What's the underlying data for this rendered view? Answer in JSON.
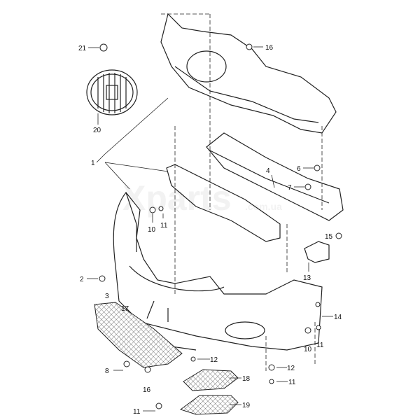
{
  "watermark": {
    "brand": "Xparts",
    "domain": ".com.ua"
  },
  "callouts": [
    {
      "id": "c21",
      "text": "21"
    },
    {
      "id": "c16a",
      "text": "16"
    },
    {
      "id": "c20",
      "text": "20"
    },
    {
      "id": "c1",
      "text": "1"
    },
    {
      "id": "c4",
      "text": "4"
    },
    {
      "id": "c6",
      "text": "6"
    },
    {
      "id": "c7",
      "text": "7"
    },
    {
      "id": "c10a",
      "text": "10"
    },
    {
      "id": "c11a",
      "text": "11"
    },
    {
      "id": "c15",
      "text": "15"
    },
    {
      "id": "c2",
      "text": "2"
    },
    {
      "id": "c3",
      "text": "3"
    },
    {
      "id": "c13",
      "text": "13"
    },
    {
      "id": "c17",
      "text": "17"
    },
    {
      "id": "c14",
      "text": "14"
    },
    {
      "id": "c10b",
      "text": "10"
    },
    {
      "id": "c11b",
      "text": "11"
    },
    {
      "id": "c8",
      "text": "8"
    },
    {
      "id": "c16b",
      "text": "16"
    },
    {
      "id": "c12a",
      "text": "12"
    },
    {
      "id": "c18",
      "text": "18"
    },
    {
      "id": "c12b",
      "text": "12"
    },
    {
      "id": "c11c",
      "text": "11"
    },
    {
      "id": "c11d",
      "text": "11"
    },
    {
      "id": "c19",
      "text": "19"
    }
  ]
}
